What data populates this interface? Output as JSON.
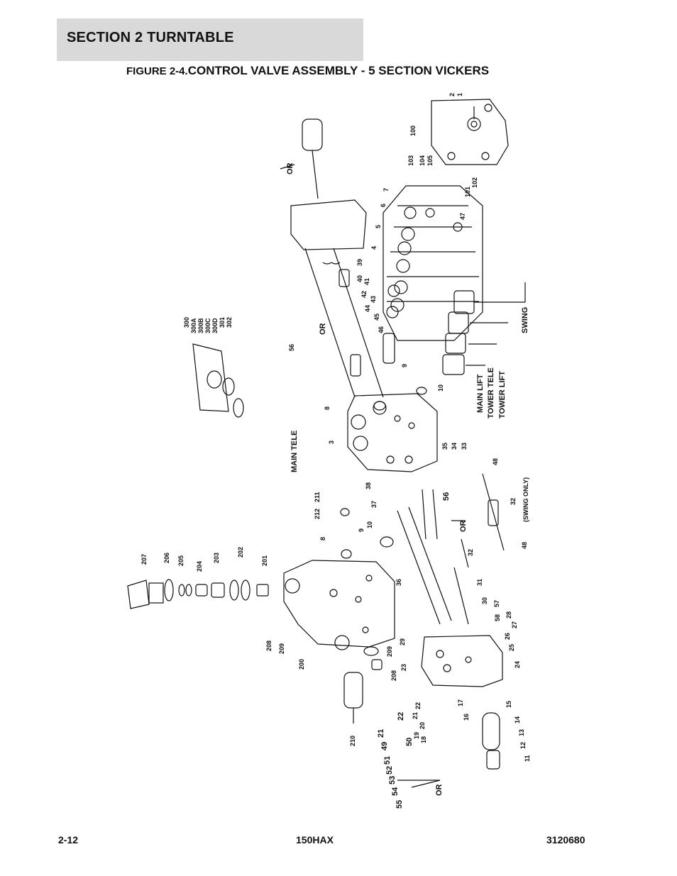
{
  "header": {
    "section": "SECTION 2   TURNTABLE",
    "figure_prefix": "FIGURE 2-4.",
    "figure_title": "CONTROL VALVE ASSEMBLY - 5 SECTION VICKERS"
  },
  "callouts": {
    "c1": "1",
    "c2": "2",
    "c100": "100",
    "c103": "103",
    "c104": "104",
    "c105": "105",
    "c101": "101",
    "c102": "102",
    "c47": "47",
    "c7": "7",
    "c6": "6",
    "c5": "5",
    "c4": "4",
    "or1": "OR",
    "or2": "OR",
    "or3": "OR",
    "or4": "OR",
    "c39": "39",
    "c40": "40",
    "c41": "41",
    "c42": "42",
    "c43": "43",
    "c44": "44",
    "c45": "45",
    "c46": "46",
    "c56a": "56",
    "c56b": "56",
    "c9a": "9",
    "c10a": "10",
    "c8a": "8",
    "c3": "3",
    "c35": "35",
    "c34": "34",
    "c33": "33",
    "c38": "38",
    "c37": "37",
    "c10b": "10",
    "c9b": "9",
    "c8b": "8",
    "c212": "212",
    "c211": "211",
    "c36": "36",
    "c48a": "48",
    "c32a": "32",
    "c32b": "32",
    "c48b": "48",
    "c31": "31",
    "c30": "30",
    "c57": "57",
    "c58": "58",
    "c28": "28",
    "c27": "27",
    "c26": "26",
    "c25": "25",
    "c24": "24",
    "c29": "29",
    "c23": "23",
    "c22a": "22",
    "c21a": "21",
    "c20": "20",
    "c19": "19",
    "c18": "18",
    "c17": "17",
    "c16": "16",
    "c22b": "22",
    "c21b": "21",
    "c49": "49",
    "c50": "50",
    "c51": "51",
    "c52": "52",
    "c53": "53",
    "c54": "54",
    "c55": "55",
    "c15": "15",
    "c14": "14",
    "c13": "13",
    "c12": "12",
    "c11": "11",
    "c207": "207",
    "c206": "206",
    "c205": "205",
    "c204": "204",
    "c203": "203",
    "c202": "202",
    "c201": "201",
    "c208a": "208",
    "c209a": "209",
    "c200": "200",
    "c209b": "209",
    "c208b": "208",
    "c210": "210",
    "c300": "300",
    "c300a": "300A",
    "c300b": "300B",
    "c300c": "300C",
    "c300d": "300D",
    "c301": "301",
    "c302": "302",
    "main_tele": "MAIN TELE",
    "main_lift": "MAIN LIFT",
    "tower_tele": "TOWER TELE",
    "tower_lift": "TOWER LIFT",
    "swing": "SWING",
    "swing_only": "(SWING ONLY)"
  },
  "footer": {
    "page": "2-12",
    "model": "150HAX",
    "doc_number": "3120680"
  }
}
